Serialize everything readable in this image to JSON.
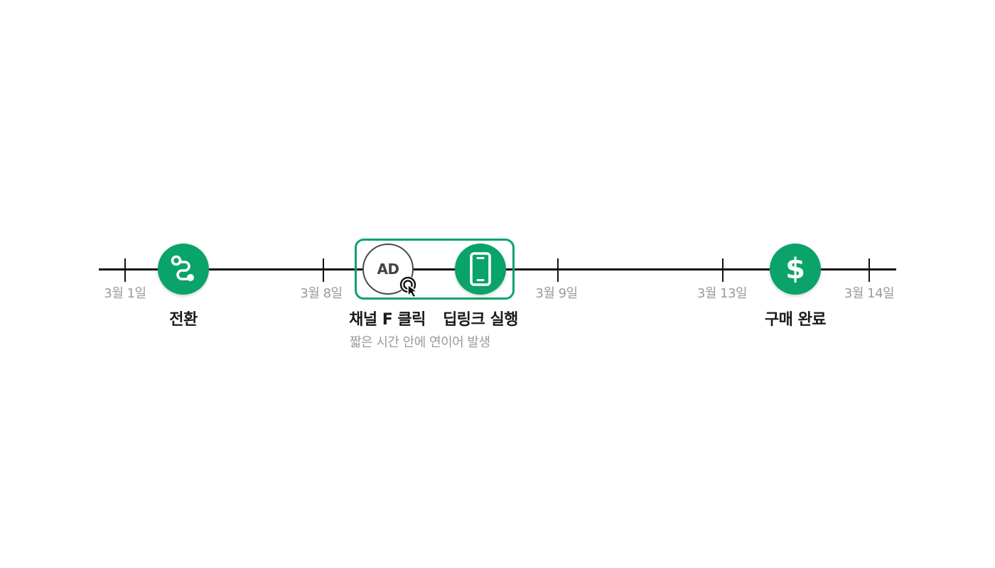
{
  "timeline": {
    "ticks": [
      {
        "label": "3월 1일"
      },
      {
        "label": "3월 8일"
      },
      {
        "label": "3월 9일"
      },
      {
        "label": "3월 13일"
      },
      {
        "label": "3월 14일"
      }
    ]
  },
  "events": {
    "conversion": {
      "label": "전환",
      "icon": "route-icon"
    },
    "channel_click": {
      "label": "채널 F 클릭",
      "badge": "AD",
      "icon": "cursor-click-icon"
    },
    "deeplink": {
      "label": "딥링크 실행",
      "icon": "smartphone-icon"
    },
    "purchase": {
      "label": "구매 완료",
      "icon": "dollar-icon",
      "symbol": "$"
    }
  },
  "group": {
    "note": "짧은 시간 안에 연이어 발생"
  },
  "colors": {
    "accent": "#0aa36a",
    "line": "#111111",
    "muted_text": "#9a9a9a",
    "outline": "#4a4a4a"
  }
}
